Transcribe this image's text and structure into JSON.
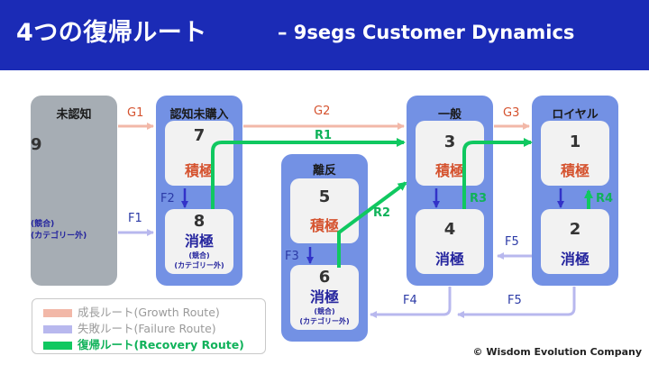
{
  "header": {
    "title": "4つの復帰ルート",
    "subtitle": "– 9segs Customer Dynamics"
  },
  "columns": {
    "unrecognized": {
      "title": "未認知",
      "number": "9",
      "note1": "(競合)",
      "note2": "(カテゴリー外)"
    },
    "not_purchased": {
      "title": "認知未購入",
      "top": {
        "number": "7",
        "label": "積極"
      },
      "bottom": {
        "number": "8",
        "label": "消極",
        "note1": "(競合)",
        "note2": "(カテゴリー外)"
      }
    },
    "lapsed": {
      "title": "離反",
      "top": {
        "number": "5",
        "label": "積極"
      },
      "bottom": {
        "number": "6",
        "label": "消極",
        "note1": "(競合)",
        "note2": "(カテゴリー外)"
      }
    },
    "general": {
      "title": "一般",
      "top": {
        "number": "3",
        "label": "積極"
      },
      "bottom": {
        "number": "4",
        "label": "消極"
      }
    },
    "loyal": {
      "title": "ロイヤル",
      "top": {
        "number": "1",
        "label": "積極"
      },
      "bottom": {
        "number": "2",
        "label": "消極"
      }
    }
  },
  "routes": {
    "g1": "G1",
    "g2": "G2",
    "g3": "G3",
    "f1": "F1",
    "f2": "F2",
    "f3": "F3",
    "f4": "F4",
    "f5a": "F5",
    "f5b": "F5",
    "r1": "R1",
    "r2": "R2",
    "r3": "R3",
    "r4": "R4"
  },
  "legend": {
    "growth": "成長ルート(Growth Route)",
    "failure": "失敗ルート(Failure Route)",
    "recovery": "復帰ルート(Recovery Route)"
  },
  "colors": {
    "banner": "#1b2bb6",
    "growth": "#f2b8a8",
    "failure": "#b8b8ee",
    "recovery": "#10c860",
    "column": "#7391e4",
    "positive": "#d5532f",
    "negative": "#25259e"
  },
  "copyright": "© Wisdom Evolution Company"
}
